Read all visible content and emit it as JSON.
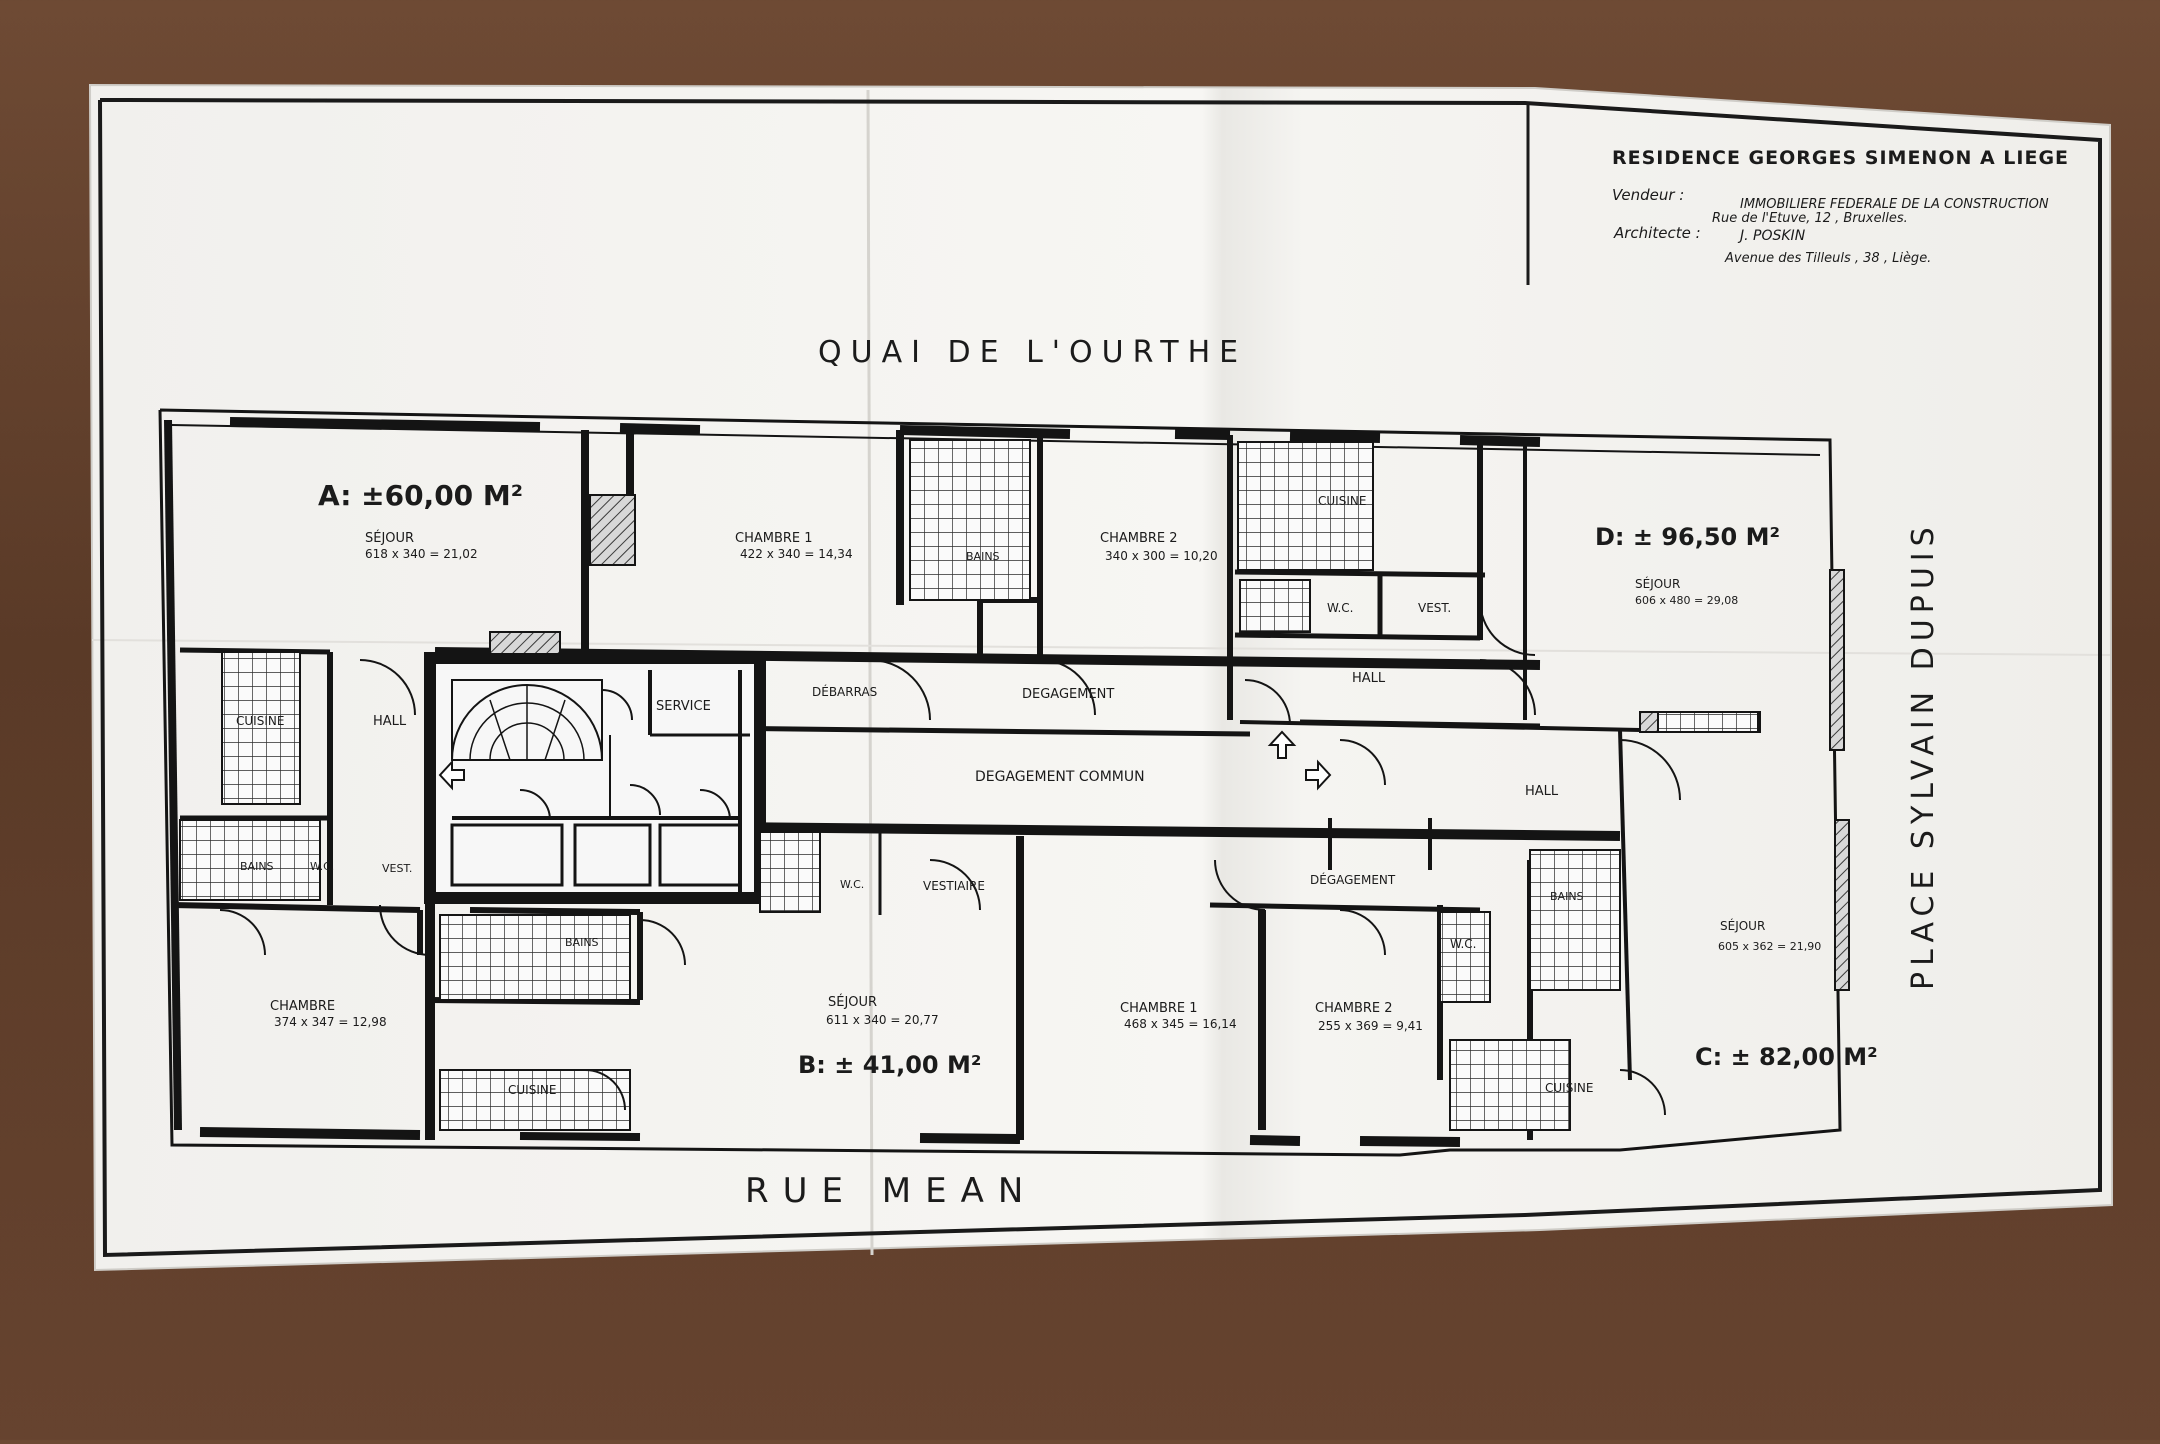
{
  "colors": {
    "table": "#5e3d2a",
    "paper": "#f4f3f0",
    "ink": "#161616"
  },
  "title_block": {
    "title": "RESIDENCE GEORGES SIMENON A LIEGE",
    "vendeur_label": "Vendeur :",
    "vendeur_line1": "IMMOBILIERE FEDERALE DE LA CONSTRUCTION",
    "vendeur_line2": "Rue de l'Etuve, 12 , Bruxelles.",
    "architecte_label": "Architecte :",
    "architecte_line1": "J. POSKIN",
    "architecte_line2": "Avenue des Tilleuls , 38 , Liège."
  },
  "streets": {
    "north": "QUAI DE L'OURTHE",
    "south": "RUE MEAN",
    "east": "PLACE SYLVAIN DUPUIS"
  },
  "apartments": {
    "A": "A: ±60,00 M²",
    "B": "B: ± 41,00 M²",
    "C": "C: ± 82,00 M²",
    "D": "D: ± 96,50 M²"
  },
  "rooms": {
    "a_sejour": "SÉJOUR",
    "a_sejour_dim": "618 x 340 = 21,02",
    "a_cuisine": "CUISINE",
    "a_hall": "HALL",
    "a_bains": "BAINS",
    "a_wc": "W.C.",
    "a_vest": "VEST.",
    "chambre1_top": "CHAMBRE 1",
    "chambre1_top_dim": "422 x 340 = 14,34",
    "bains_top": "BAINS",
    "chambre2_top": "CHAMBRE 2",
    "chambre2_top_dim": "340 x 300 = 10,20",
    "d_cuisine": "CUISINE",
    "d_wc": "W.C.",
    "d_vest": "VEST.",
    "d_hall": "HALL",
    "d_sejour": "SÉJOUR",
    "d_sejour_dim": "606 x 480 = 29,08",
    "service": "SERVICE",
    "debarras": "DÉBARRAS",
    "degagement": "DEGAGEMENT",
    "degagement_commun": "DEGAGEMENT COMMUN",
    "hall_c": "HALL",
    "b_chambre": "CHAMBRE",
    "b_chambre_dim": "374 x 347 = 12,98",
    "b_bains": "BAINS",
    "b_cuisine": "CUISINE",
    "b_wc": "W.C.",
    "b_vestiaire": "VESTIAIRE",
    "b_sejour": "SÉJOUR",
    "b_sejour_dim": "611 x 340 = 20,77",
    "c_chambre1": "CHAMBRE 1",
    "c_chambre1_dim": "468 x 345 = 16,14",
    "c_degagement": "DÉGAGEMENT",
    "c_chambre2": "CHAMBRE 2",
    "c_chambre2_dim": "255 x 369 = 9,41",
    "c_wc": "W.C.",
    "c_bains": "BAINS",
    "c_cuisine": "CUISINE",
    "c_sejour": "SÉJOUR",
    "c_sejour_dim": "605 x 362 = 21,90"
  }
}
